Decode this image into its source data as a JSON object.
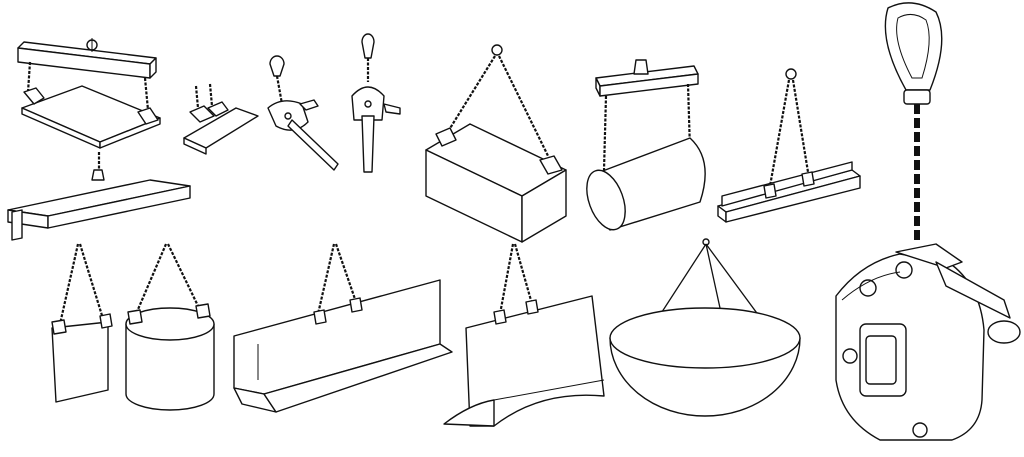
{
  "figure": {
    "background": "#ffffff",
    "line_color": "#111111",
    "items": [
      {
        "id": "beam-plate-lift",
        "icon": "lifting-beam-with-plate-clamps"
      },
      {
        "id": "horizontal-plate-clamp",
        "icon": "horizontal-plate-clamp"
      },
      {
        "id": "vertical-plate-clamp-a",
        "icon": "vertical-plate-clamp"
      },
      {
        "id": "vertical-plate-clamp-b",
        "icon": "vertical-plate-clamp"
      },
      {
        "id": "concrete-block-lift",
        "icon": "concrete-block-with-chain-sling"
      },
      {
        "id": "drum-beam-lift",
        "icon": "cylinder-on-lifting-beam"
      },
      {
        "id": "channel-lift",
        "icon": "u-channel-with-chain-sling"
      },
      {
        "id": "sheet-lift",
        "icon": "flat-sheet-with-two-leg-sling"
      },
      {
        "id": "cylinder-lift",
        "icon": "open-cylinder-with-two-leg-sling"
      },
      {
        "id": "angle-lift",
        "icon": "angle-profile-with-two-leg-sling"
      },
      {
        "id": "curved-plate-lift",
        "icon": "curved-plate-with-two-leg-sling"
      },
      {
        "id": "hemisphere-lift",
        "icon": "hemisphere-with-three-leg-sling"
      },
      {
        "id": "clamp-detail",
        "icon": "plate-clamp-closeup"
      }
    ]
  }
}
